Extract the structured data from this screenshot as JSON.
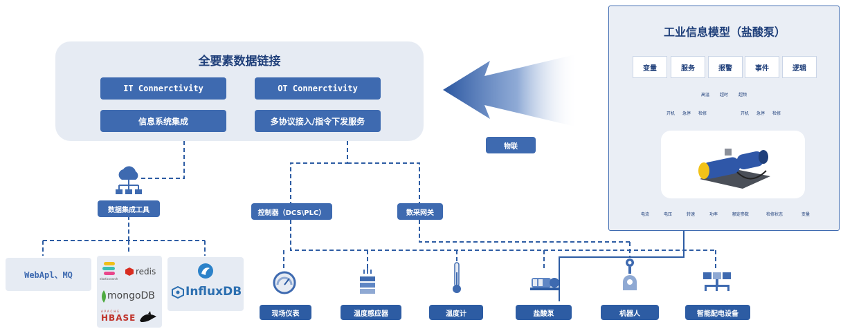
{
  "chain": {
    "title": "全要素数据链接",
    "buttons": [
      "IT Connerctivity",
      "OT Connerctivity",
      "信息系统集成",
      "多协议接入/指令下发服务"
    ]
  },
  "iot_label": "物联",
  "integration_tool": "数据集成工具",
  "controller": "控制器（DCS\\PLC）",
  "gateway": "数采网关",
  "webapi": "WebApl、MQ",
  "db_logos": {
    "elastic": "elasticsearch",
    "redis": "redis",
    "mongo": "mongoDB",
    "hbase_top": "APACHE",
    "hbase": "HBASE",
    "influx": "InfluxDB"
  },
  "devices": [
    "现场仪表",
    "温度感应器",
    "温度计",
    "盐酸泵",
    "机器人",
    "智能配电设备"
  ],
  "model": {
    "title": "工业信息模型（盐酸泵）",
    "categories": [
      "变量",
      "服务",
      "报警",
      "事件",
      "逻辑"
    ],
    "alarms": [
      "高温",
      "超时",
      "超频"
    ],
    "services_left": [
      "开机",
      "急停",
      "检修"
    ],
    "services_right": [
      "开机",
      "急停",
      "检修"
    ],
    "variables": [
      "电流",
      "电压",
      "转速",
      "功率",
      "额定参数",
      "检修状态",
      "变量"
    ]
  },
  "colors": {
    "primary": "#3e6ab0",
    "dark": "#1f3f7a",
    "panel": "#e6ebf3"
  }
}
